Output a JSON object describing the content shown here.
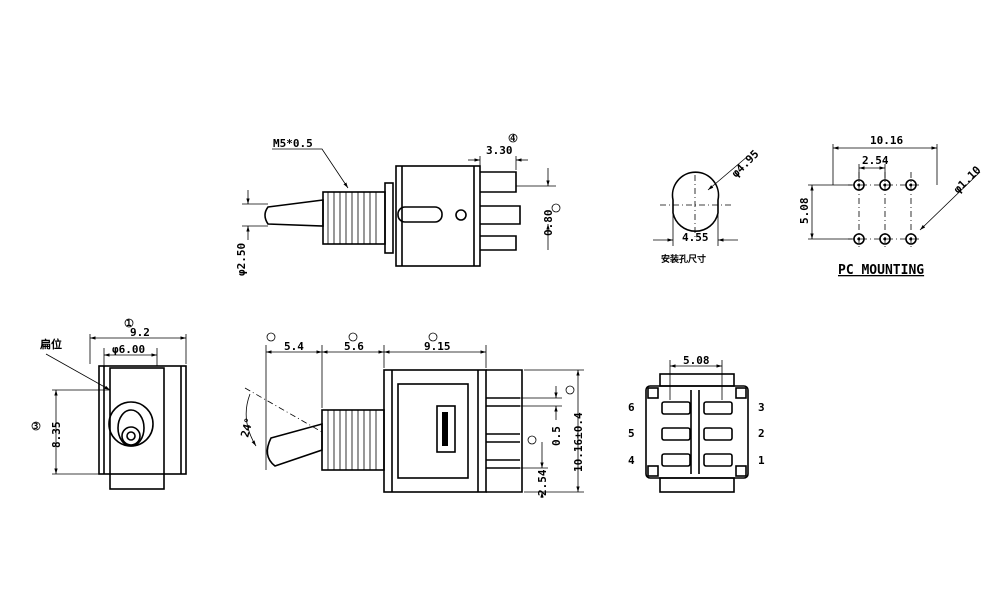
{
  "labels": {
    "thread": "M5*0.5",
    "dim_330": "3.30",
    "dim_080": "0.80",
    "dim_250": "φ2.50",
    "hole_dia": "φ4.95",
    "dim_455": "4.55",
    "hole_caption": "安装孔尺寸",
    "pcb_width": "10.16",
    "pcb_pitch": "2.54",
    "pcb_row": "5.08",
    "pcb_pin_dia": "φ1.10",
    "pcb_title": "PC MOUNTING",
    "flat_label": "扁位",
    "front_width": "9.2",
    "front_dia": "φ6.00",
    "front_height": "8.35",
    "side_54": "5.4",
    "side_56": "5.6",
    "side_915": "9.15",
    "side_angle": "24°",
    "side_height": "10.16±0.4",
    "side_05": "0.5",
    "side_254": "2.54",
    "bottom_508": "5.08",
    "pin_6": "6",
    "pin_5": "5",
    "pin_4": "4",
    "pin_3": "3",
    "pin_2": "2",
    "pin_1": "1"
  }
}
